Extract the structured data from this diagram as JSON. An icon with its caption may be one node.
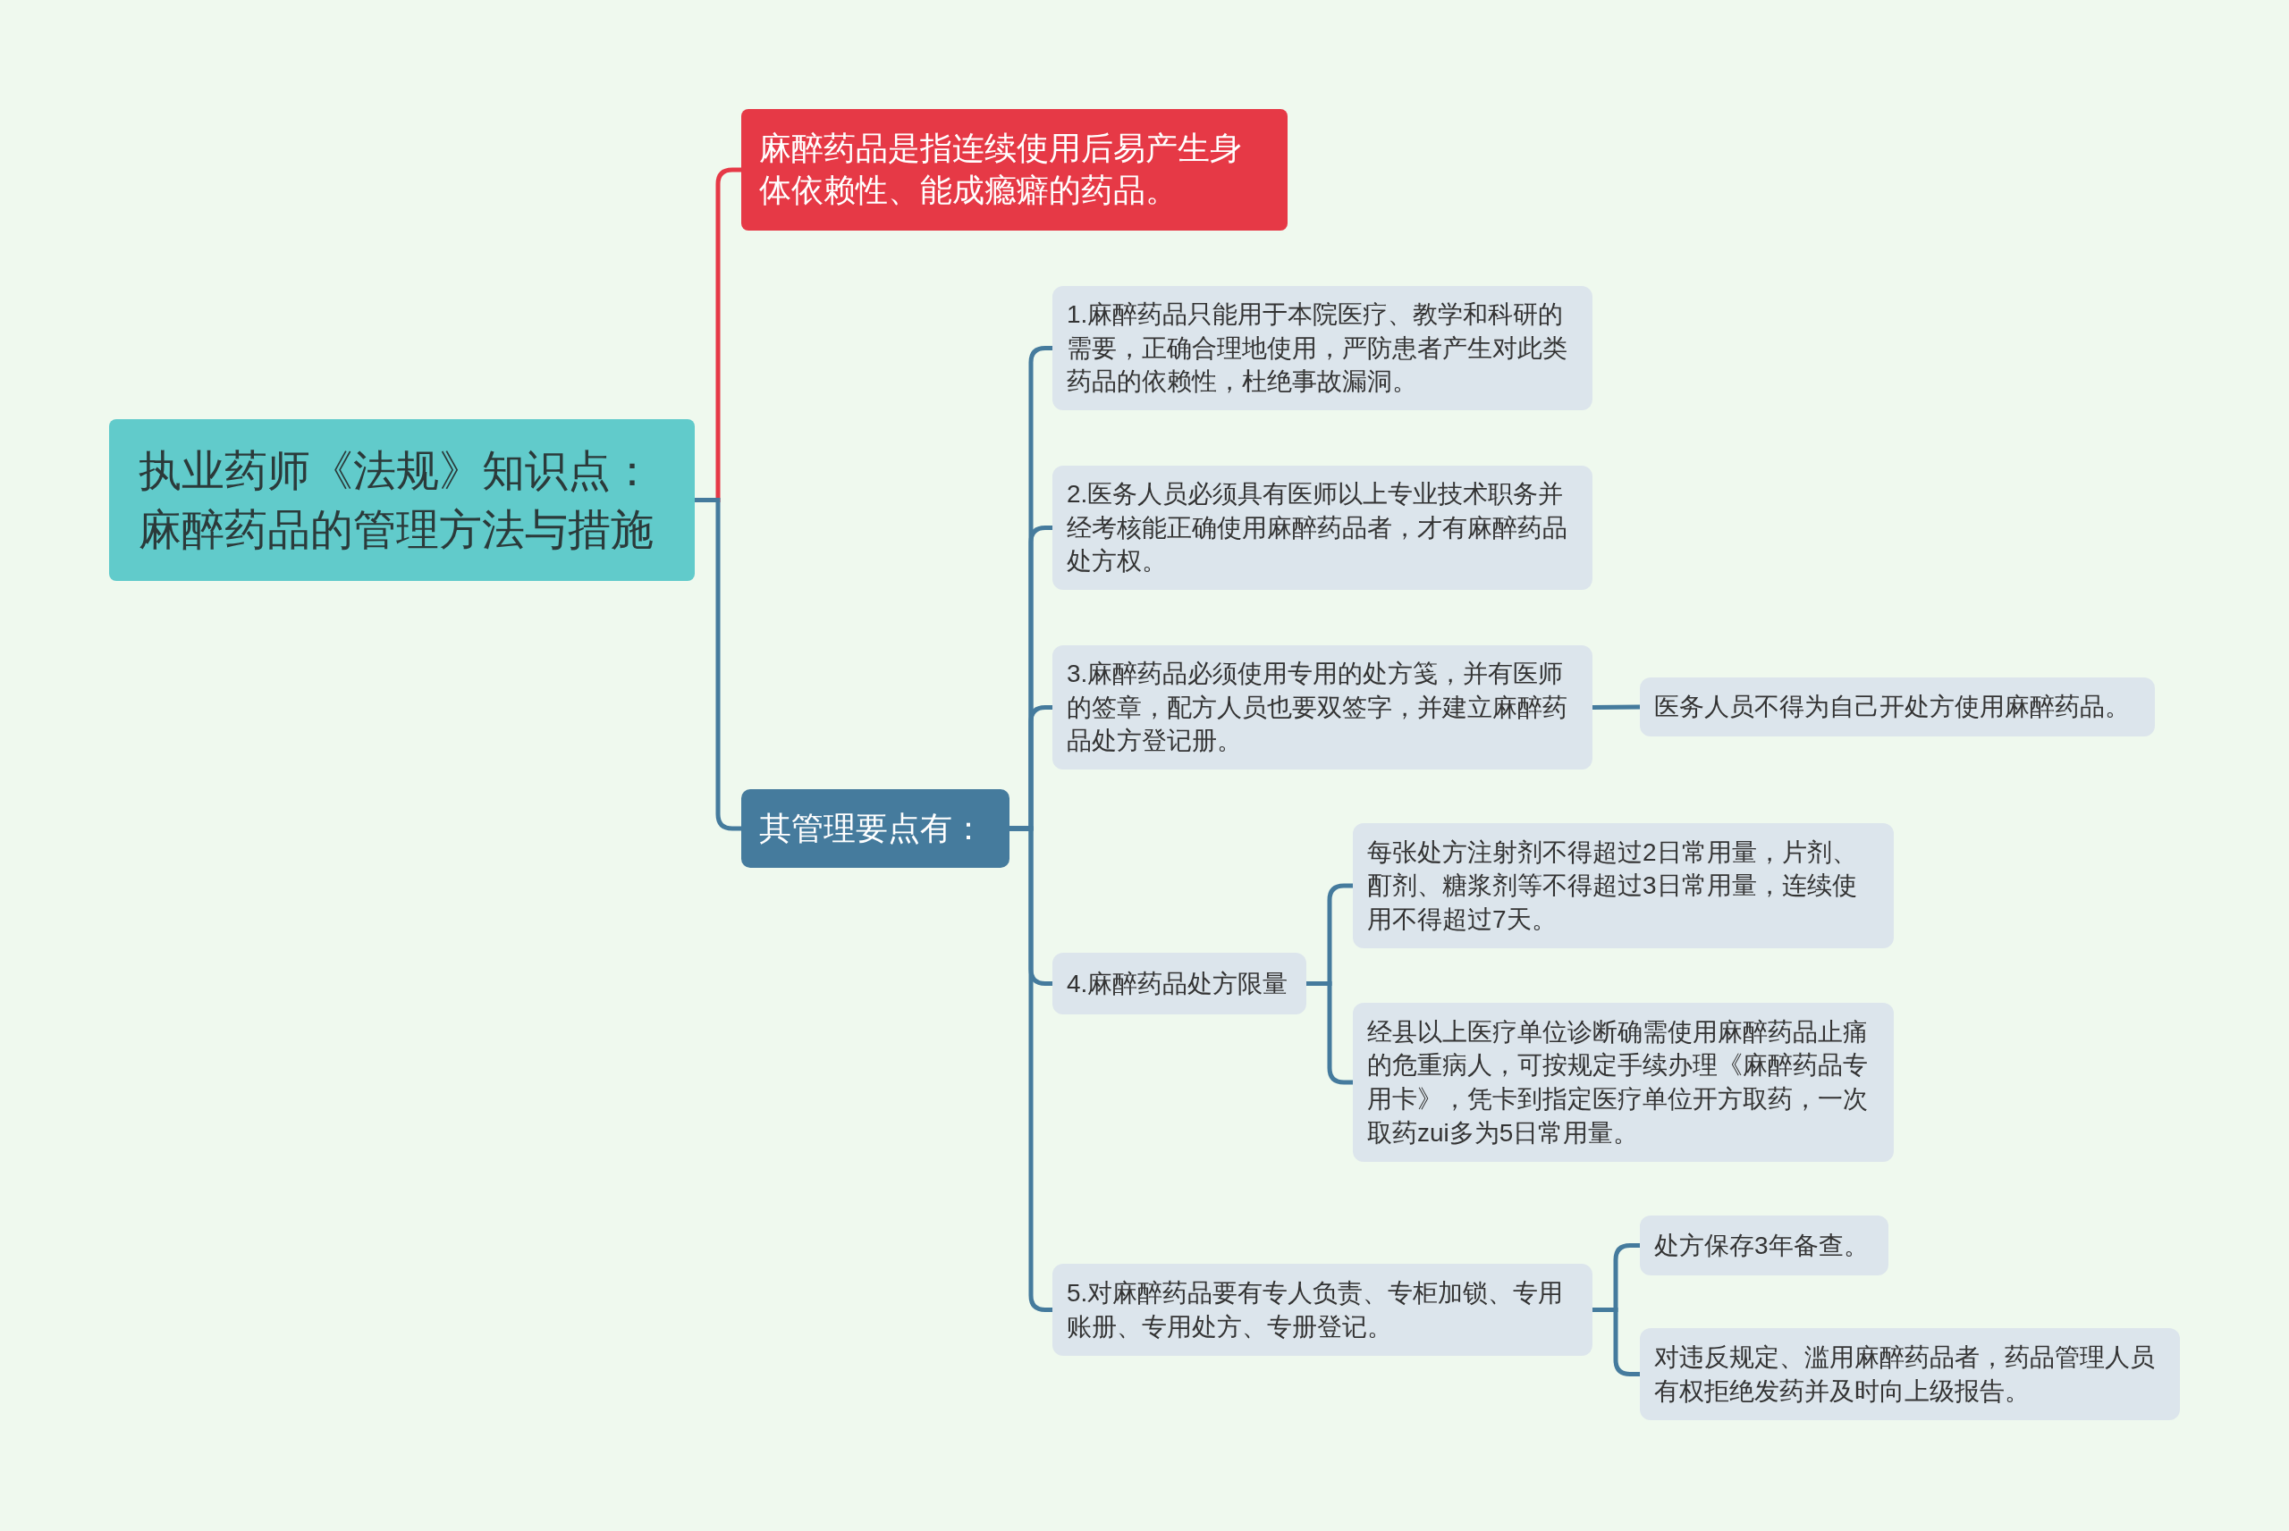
{
  "diagram": {
    "nodes": [
      {
        "text": [
          "执业药师《法规》知识点：麻醉药品的管理方法与措施"
        ]
      },
      {
        "text": [
          "麻醉药品是指连续使用后易产生身体依赖性、能成瘾癖的药品。"
        ]
      },
      {
        "text": [
          "其管理要点有："
        ]
      },
      {
        "text": [
          "1.麻醉药品只能用于本院医疗、教学和科研的需要，正确合理地使用，严防患者产生对此类药品的依赖性，杜绝事故漏洞。"
        ]
      },
      {
        "text": [
          "2.医务人员必须具有医师以上专业技术职务并经考核能正确使用麻醉药品者，才有麻醉药品处方权。"
        ]
      },
      {
        "text": [
          "3.麻醉药品必须使用专用的处方笺，并有医师的签章，配方人员也要双签字，并建立麻醉药品处方登记册。"
        ]
      },
      {
        "text": [
          "医务人员不得为自己开处方使用麻醉药品。"
        ]
      },
      {
        "text": [
          "4.麻醉药品处方限量"
        ]
      },
      {
        "text": [
          "每张处方注射剂不得超过2日常用量，片剂、酊剂、糖浆剂等不得超过3日常用量，连续使用不得超过7天。"
        ]
      },
      {
        "text": [
          "经县以上医疗单位诊断确需使用麻醉药品止痛的危重病人，可按规定手续办理《麻醉药品专用卡》，凭卡到指定医疗单位开方取药，一次取药zui多为5日常用量。"
        ]
      },
      {
        "text": [
          "5.对麻醉药品要有专人负责、专柜加锁、专用账册、专用处方、专册登记。"
        ]
      },
      {
        "text": [
          "处方保存3年备查。"
        ]
      },
      {
        "text": [
          "对违反规定、滥用麻醉药品者，药品管理人员有权拒绝发药并及时向上级报告。"
        ]
      }
    ],
    "edges": [
      {
        "from": 0,
        "to": 1,
        "arrow": "none",
        "color": "#e63946"
      },
      {
        "from": 0,
        "to": 2,
        "arrow": "none"
      },
      {
        "from": 2,
        "to": 3,
        "arrow": "none"
      },
      {
        "from": 2,
        "to": 4,
        "arrow": "none"
      },
      {
        "from": 2,
        "to": 5,
        "arrow": "none"
      },
      {
        "from": 5,
        "to": 6,
        "arrow": "none"
      },
      {
        "from": 2,
        "to": 7,
        "arrow": "none"
      },
      {
        "from": 7,
        "to": 8,
        "arrow": "none"
      },
      {
        "from": 7,
        "to": 9,
        "arrow": "none"
      },
      {
        "from": 2,
        "to": 10,
        "arrow": "none"
      },
      {
        "from": 10,
        "to": 11,
        "arrow": "none"
      },
      {
        "from": 10,
        "to": 12,
        "arrow": "none"
      }
    ]
  }
}
